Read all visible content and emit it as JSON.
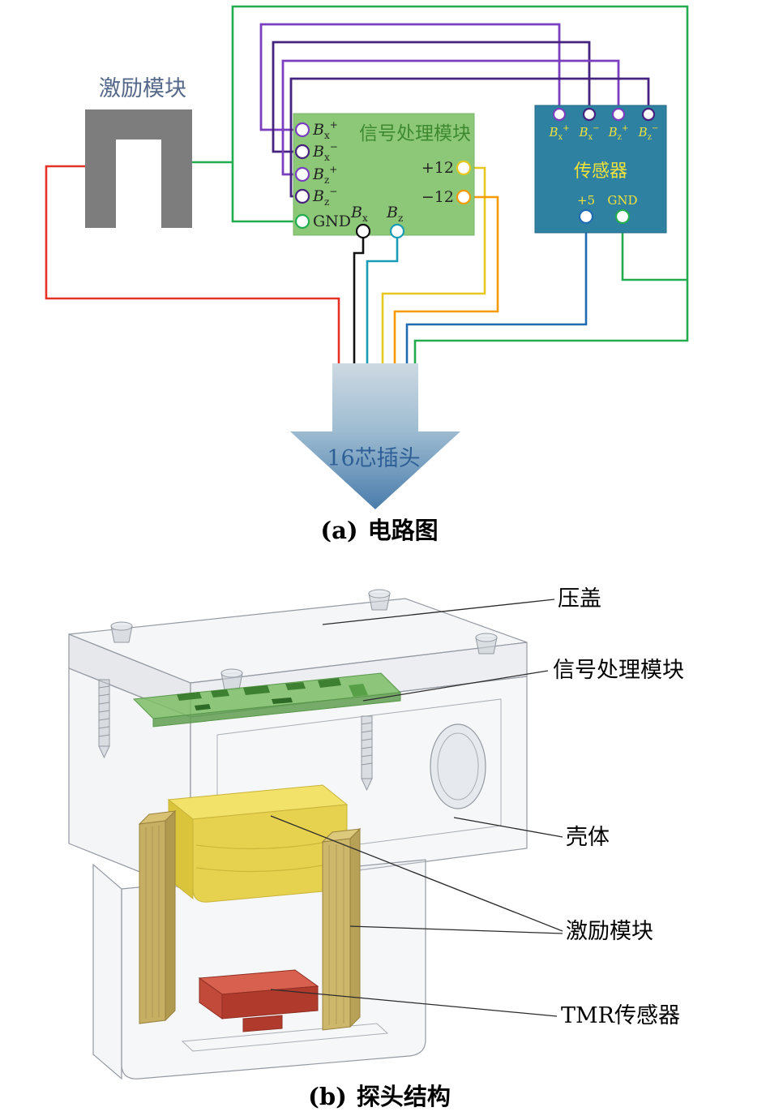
{
  "part_a": {
    "caption": {
      "prefix": "(a)",
      "text": "电路图"
    },
    "excitation": {
      "label": "激励模块"
    },
    "signal_module": {
      "title": "信号处理模块",
      "left_pins": [
        {
          "base": "B",
          "sub": "x",
          "sup": "+"
        },
        {
          "base": "B",
          "sub": "x",
          "sup": "−"
        },
        {
          "base": "B",
          "sub": "z",
          "sup": "+"
        },
        {
          "base": "B",
          "sub": "z",
          "sup": "−"
        }
      ],
      "gnd_label": "GND",
      "bottom_pins": [
        {
          "base": "B",
          "sub": "x"
        },
        {
          "base": "B",
          "sub": "z"
        }
      ],
      "right_pins": [
        "+12",
        "−12"
      ]
    },
    "sensor": {
      "title": "传感器",
      "top_pins": [
        {
          "base": "B",
          "sub": "x",
          "sup": "+"
        },
        {
          "base": "B",
          "sub": "x",
          "sup": "−"
        },
        {
          "base": "B",
          "sub": "z",
          "sup": "+"
        },
        {
          "base": "B",
          "sub": "z",
          "sup": "−"
        }
      ],
      "plus5_label": "+5",
      "gnd_label": "GND"
    },
    "plug": {
      "label": "16芯插头"
    }
  },
  "part_b": {
    "caption": {
      "prefix": "(b)",
      "text": "探头结构"
    },
    "labels": {
      "cover": "压盖",
      "signal_module": "信号处理模块",
      "housing": "壳体",
      "excitation": "激励模块",
      "tmr_sensor": "TMR传感器"
    }
  },
  "colors": {
    "signal_module_fill": "#8cc878",
    "signal_module_title": "#3f8a30",
    "sensor_fill": "#2e81a0",
    "sensor_text": "#f2e23a",
    "plug_blue": "#4a7cab",
    "plug_text": "#2e5f96",
    "excitation_label_blue": "#55688a",
    "wire_red": "#e63226",
    "wire_green": "#22ac4e",
    "wire_violet": "#7a3fbe",
    "wire_indigo": "#46237e",
    "wire_yellow": "#e8c81e",
    "wire_orange": "#f59a00",
    "wire_blue": "#1e6bb4",
    "wire_teal": "#1a9cb4",
    "wire_black": "#111111",
    "excitation_gray": "#7d7d7d",
    "pcb_green": "#7dbd66",
    "coil_yellow": "#e6d24e",
    "frame_gold": "#c9b365",
    "tmr_red": "#c0392b"
  }
}
